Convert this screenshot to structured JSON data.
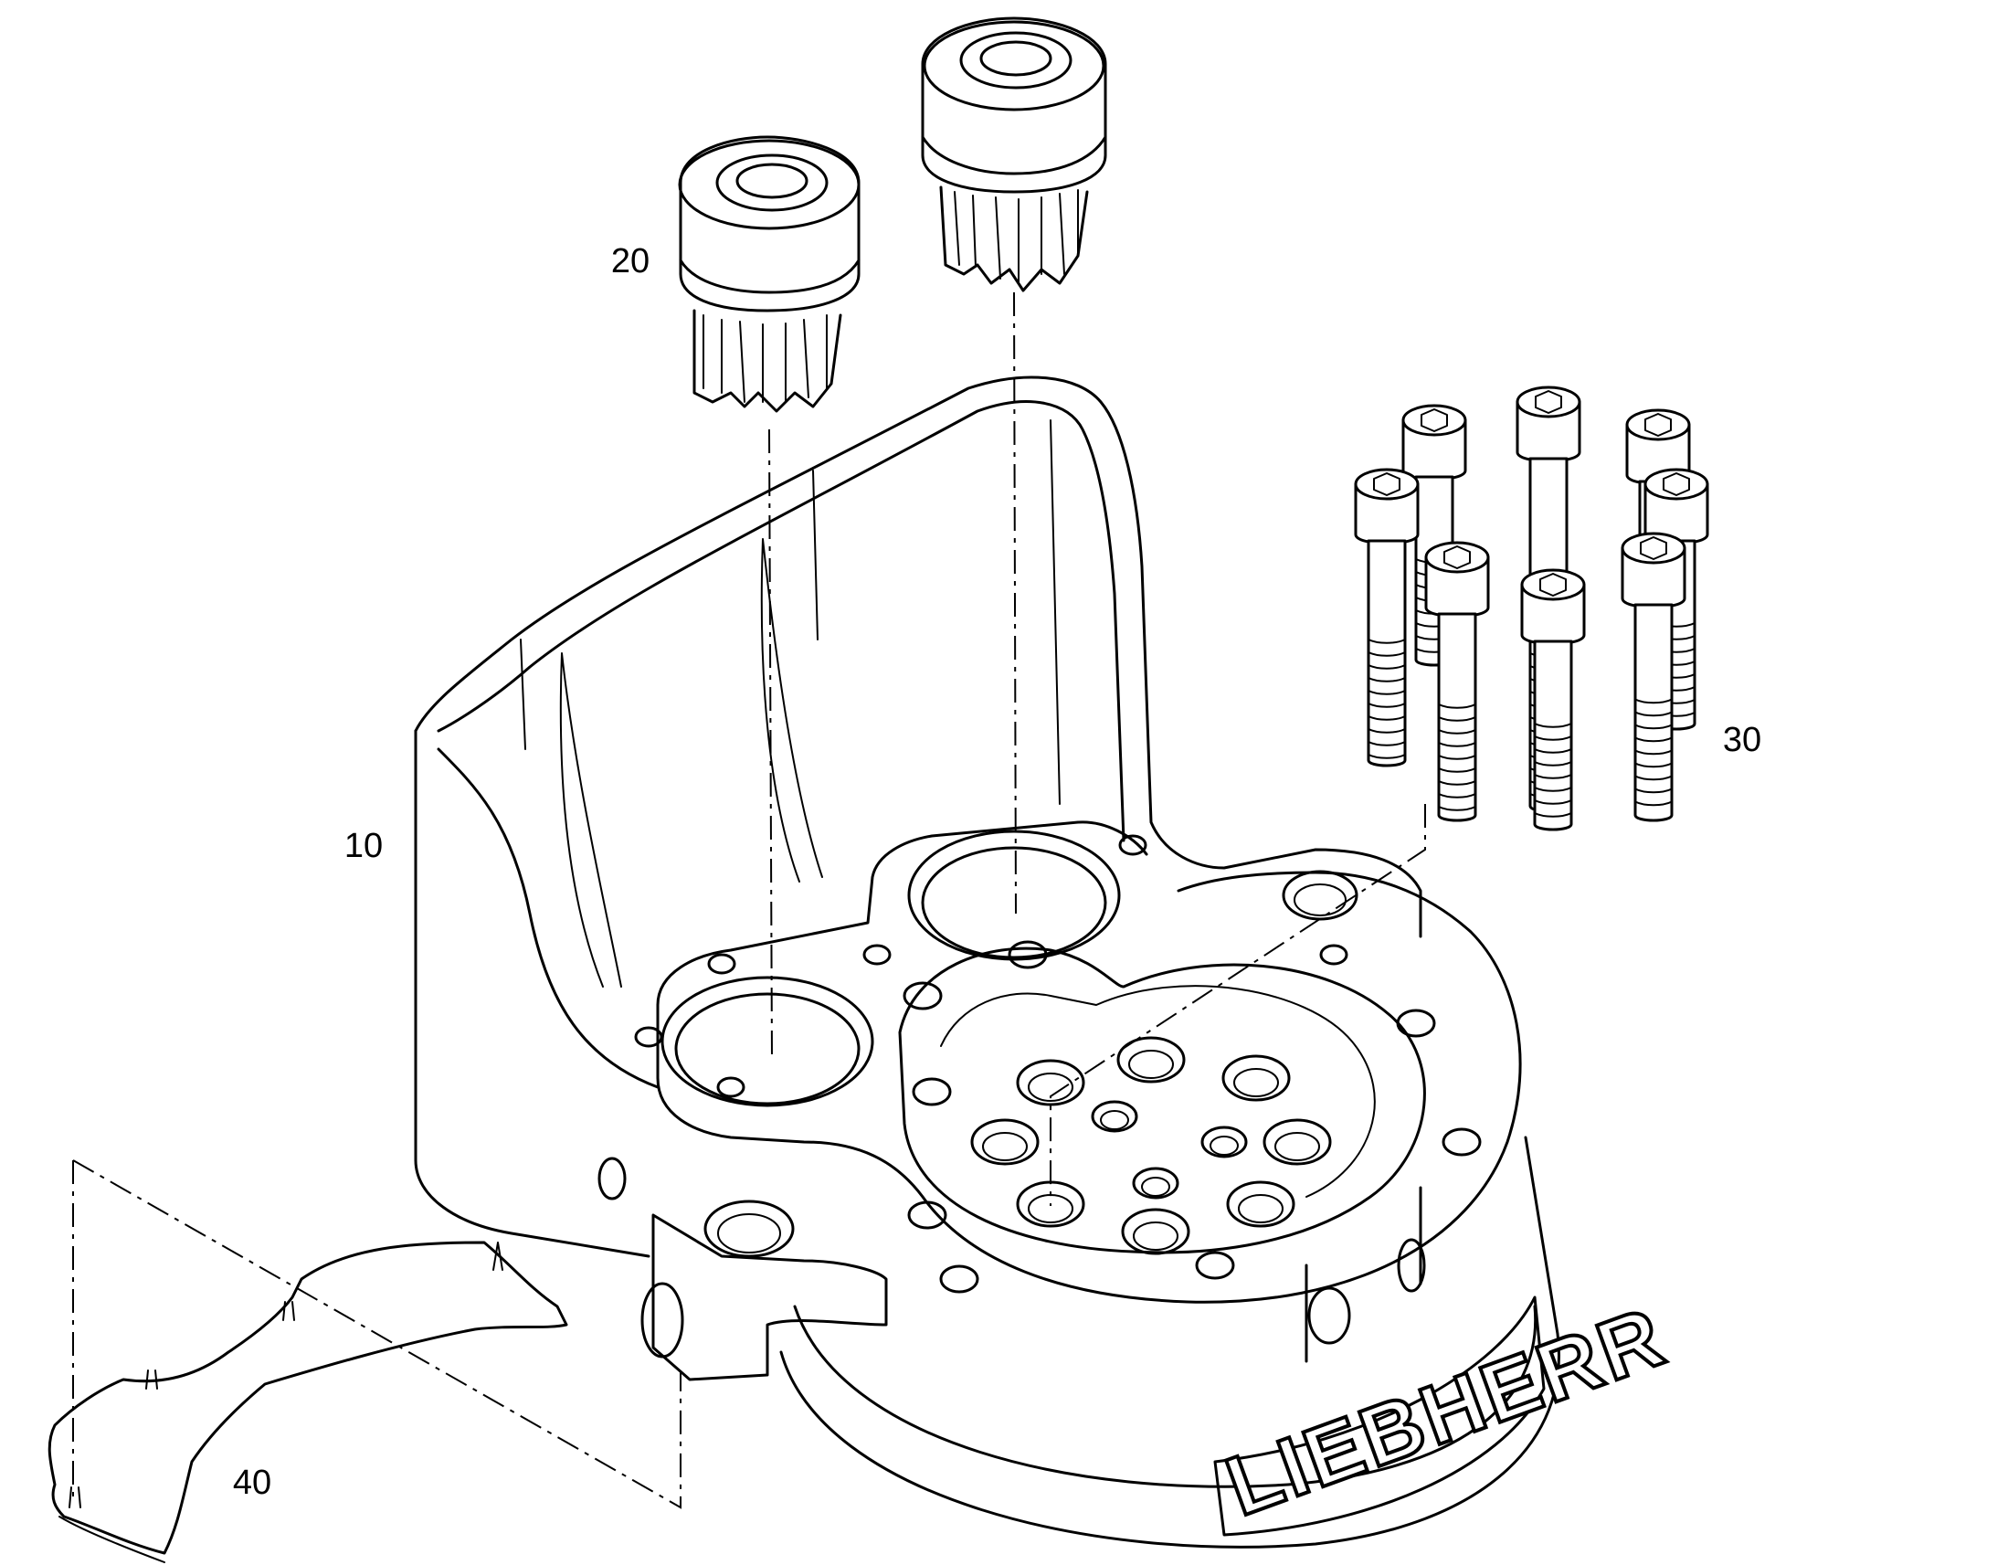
{
  "callouts": {
    "housing": "10",
    "pinion": "20",
    "screws": "30",
    "gasket": "40"
  },
  "brand_mark": "LIEBHERR",
  "colors": {
    "line": "#000000",
    "background": "#ffffff"
  }
}
